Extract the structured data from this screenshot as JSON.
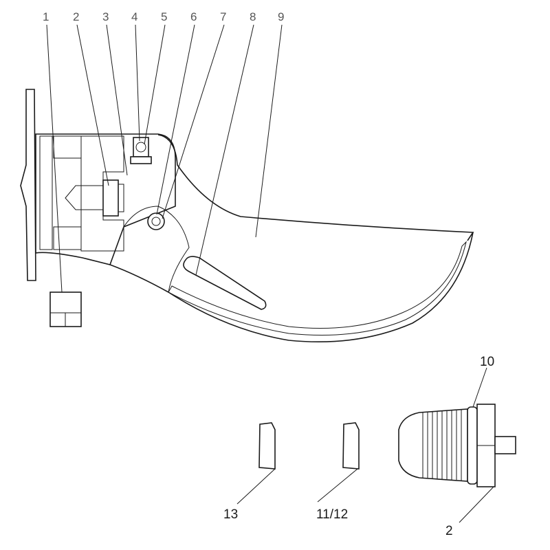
{
  "top_callouts": [
    "1",
    "2",
    "3",
    "4",
    "5",
    "6",
    "7",
    "8",
    "9"
  ],
  "bottom_callouts": {
    "part_10": "10",
    "part_13": "13",
    "part_11_12": "11/12",
    "part_2": "2"
  }
}
